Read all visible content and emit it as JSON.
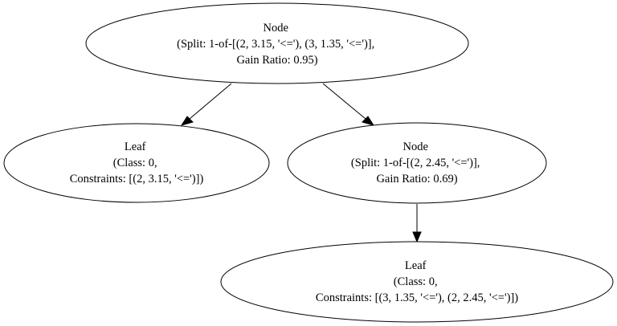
{
  "colors": {
    "background": "#ffffff",
    "stroke": "#000000",
    "text": "#000000"
  },
  "nodes": {
    "root": {
      "lines": [
        "Node",
        "(Split: 1-of-[(2, 3.15, '<='), (3, 1.35, '<=')],",
        "Gain Ratio: 0.95)"
      ]
    },
    "left_leaf": {
      "lines": [
        "Leaf",
        "(Class: 0,",
        "Constraints: [(2, 3.15, '<=')])"
      ]
    },
    "right_node": {
      "lines": [
        "Node",
        "(Split: 1-of-[(2, 2.45, '<=')],",
        "Gain Ratio: 0.69)"
      ]
    },
    "bottom_leaf": {
      "lines": [
        "Leaf",
        "(Class: 0,",
        "Constraints: [(3, 1.35, '<='), (2, 2.45, '<=')])"
      ]
    }
  }
}
